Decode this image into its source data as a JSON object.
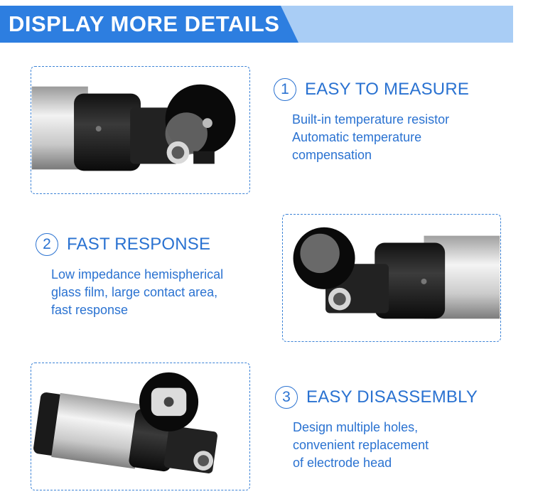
{
  "header": {
    "title": "DISPLAY MORE DETAILS"
  },
  "features": [
    {
      "number": "1",
      "title": "EASY TO MEASURE",
      "lines": [
        "Built-in temperature resistor",
        "Automatic temperature",
        "compensation"
      ]
    },
    {
      "number": "2",
      "title": "FAST RESPONSE",
      "lines": [
        "Low impedance hemispherical",
        "glass film, large contact area,",
        "fast response"
      ]
    },
    {
      "number": "3",
      "title": "EASY DISASSEMBLY",
      "lines": [
        "Design multiple holes,",
        "convenient replacement",
        "of electrode head"
      ]
    }
  ],
  "colors": {
    "accent": "#2a72d1",
    "banner_dark": "#2d7ee0",
    "banner_light": "#a9cdf5"
  }
}
